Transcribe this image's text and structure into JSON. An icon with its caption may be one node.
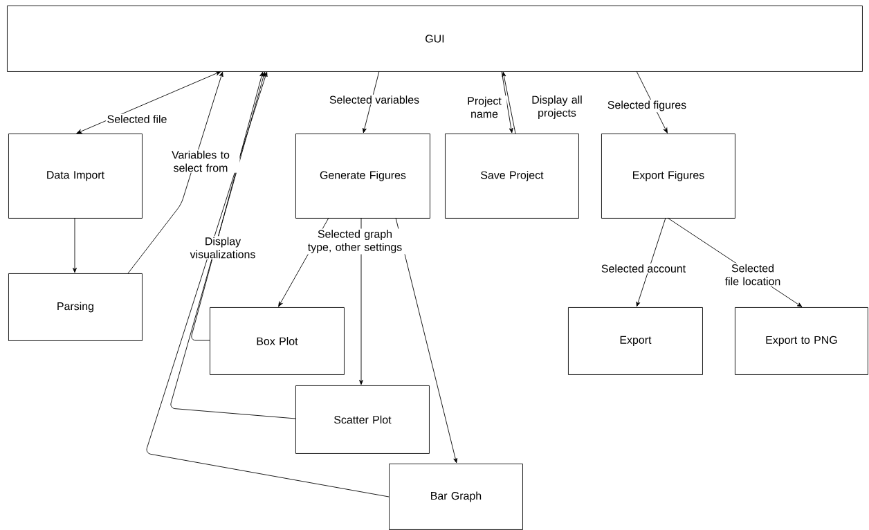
{
  "diagram": {
    "nodes": [
      {
        "text": [
          "GUI"
        ]
      },
      {
        "text": [
          "Data Import"
        ]
      },
      {
        "text": [
          "Parsing"
        ]
      },
      {
        "text": [
          "Generate Figures"
        ]
      },
      {
        "text": [
          "Save Project"
        ]
      },
      {
        "text": [
          "Export Figures"
        ]
      },
      {
        "text": [
          "Box Plot"
        ]
      },
      {
        "text": [
          "Scatter Plot"
        ]
      },
      {
        "text": [
          "Bar Graph"
        ]
      },
      {
        "text": [
          "Export"
        ]
      },
      {
        "text": [
          "Export to PNG"
        ]
      }
    ],
    "edges": [
      {
        "from": 0,
        "to": 1,
        "arrow": "both",
        "label": "Selected file"
      },
      {
        "from": 1,
        "to": 2,
        "arrow": "to"
      },
      {
        "from": 2,
        "to": 0,
        "arrow": "to",
        "label": "Variables to select from"
      },
      {
        "from": 6,
        "to": 0,
        "arrow": "to",
        "label": "Display visualizations"
      },
      {
        "from": 7,
        "to": 0,
        "arrow": "to"
      },
      {
        "from": 8,
        "to": 0,
        "arrow": "to"
      },
      {
        "from": 0,
        "to": 3,
        "arrow": "to",
        "label": "Selected variables"
      },
      {
        "from": 3,
        "to": 6,
        "arrow": "to"
      },
      {
        "from": 3,
        "to": 7,
        "arrow": "to",
        "label": "Selected graph type, other settings"
      },
      {
        "from": 3,
        "to": 8,
        "arrow": "to"
      },
      {
        "from": 0,
        "to": 4,
        "arrow": "to",
        "label": "Project name"
      },
      {
        "from": 4,
        "to": 0,
        "arrow": "to",
        "label": "Display all projects"
      },
      {
        "from": 0,
        "to": 5,
        "arrow": "to",
        "label": "Selected figures"
      },
      {
        "from": 5,
        "to": 9,
        "arrow": "to",
        "label": "Selected account"
      },
      {
        "from": 5,
        "to": 10,
        "arrow": "to",
        "label": "Selected file location"
      }
    ]
  }
}
